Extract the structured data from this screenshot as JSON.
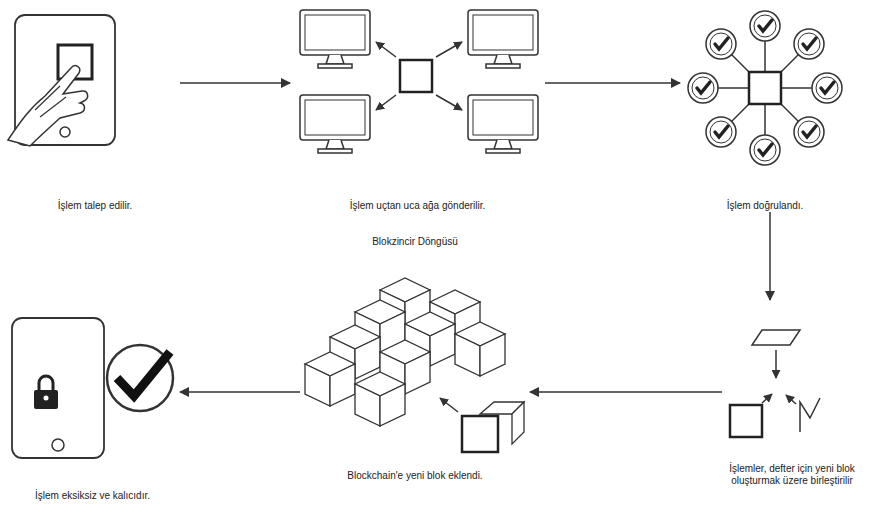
{
  "diagram": {
    "title": "Blokzincir Döngüsü",
    "nodes": [
      {
        "text": [
          "İşlem talep edilir."
        ]
      },
      {
        "text": [
          "İşlem uçtan uca ağa gönderilir."
        ]
      },
      {
        "text": [
          "İşlem doğrulandı."
        ]
      },
      {
        "text": [
          "İşlemler, defter için yeni blok oluşturmak üzere birleştirilir"
        ]
      },
      {
        "text": [
          "Blockchain'e yeni blok eklendi."
        ]
      },
      {
        "text": [
          "İşlem eksiksiz ve kalıcıdır."
        ]
      }
    ],
    "edges": [
      {
        "from": 0,
        "to": 1,
        "arrow": "to"
      },
      {
        "from": 1,
        "to": 2,
        "arrow": "to"
      },
      {
        "from": 2,
        "to": 3,
        "arrow": "to"
      },
      {
        "from": 3,
        "to": 4,
        "arrow": "to"
      },
      {
        "from": 4,
        "to": 5,
        "arrow": "to"
      }
    ]
  }
}
